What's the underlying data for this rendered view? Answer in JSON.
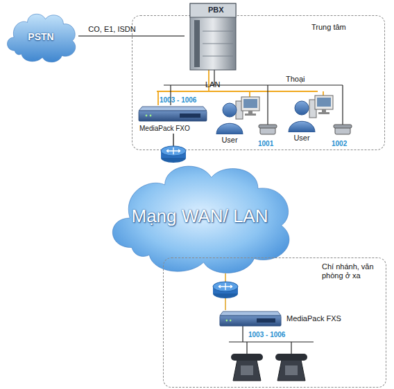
{
  "diagram": {
    "nodes": [
      {
        "text": [
          "PSTN"
        ]
      },
      {
        "text": [
          "Trung tâm"
        ]
      },
      {
        "text": [
          "PBX"
        ],
        "in": 1
      },
      {
        "text": [
          "MediaPack FXO"
        ],
        "in": 1
      },
      {
        "text": [
          "User"
        ],
        "in": 1
      },
      {
        "text": [
          "User"
        ],
        "in": 1
      },
      {
        "text": [
          "Mạng WAN/ LAN"
        ]
      },
      {
        "text": [
          "Chí nhánh, văn phòng ở xa"
        ]
      },
      {
        "text": [
          "MediaPack FXS"
        ],
        "in": 7
      }
    ],
    "edges": [
      {
        "from": 0,
        "to": 2,
        "label": "CO, E1, ISDN",
        "arrow": "none"
      },
      {
        "from": 3,
        "to": 6,
        "arrow": "none"
      },
      {
        "from": 6,
        "to": 8,
        "arrow": "none"
      }
    ],
    "labels": [
      "Thoại",
      "LAN",
      "1003 - 1006",
      "1001",
      "1002",
      "1003 - 1006"
    ]
  }
}
